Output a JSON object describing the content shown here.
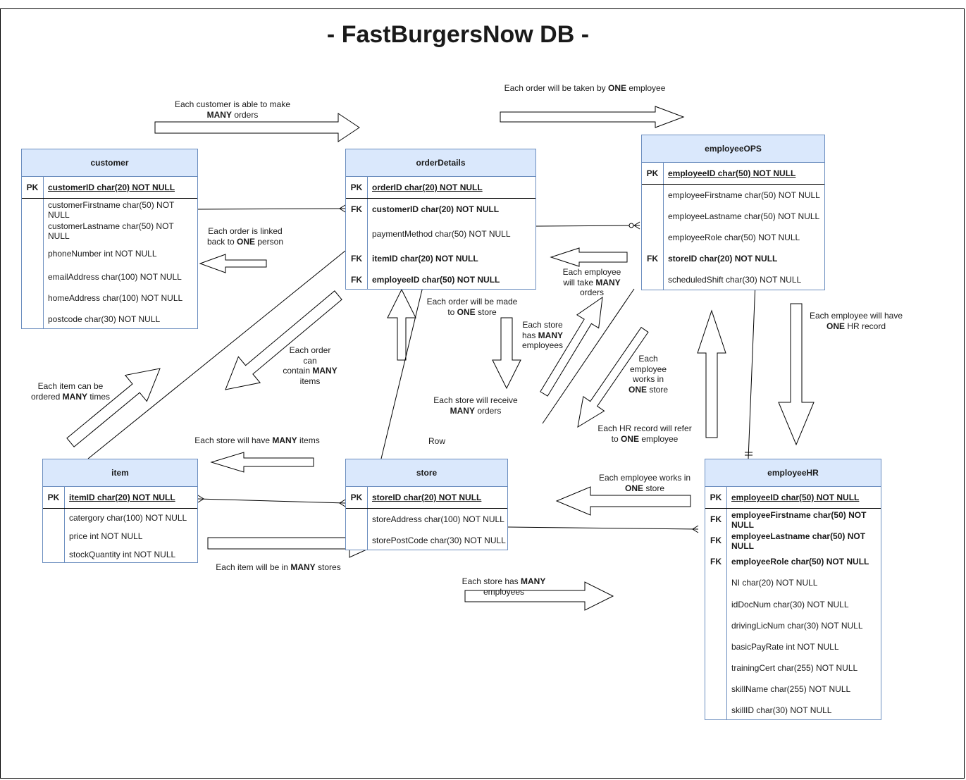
{
  "title": "- FastBurgersNow DB -",
  "tables": {
    "customer": {
      "name": "customer",
      "rows": [
        {
          "key": "PK",
          "field": "customerID char(20) NOT NULL"
        },
        {
          "key": "",
          "field": "customerFirstname char(50) NOT NULL"
        },
        {
          "key": "",
          "field": "customerLastname char(50) NOT NULL"
        },
        {
          "key": "",
          "field": "phoneNumber int NOT NULL"
        },
        {
          "key": "",
          "field": "emailAddress char(100) NOT NULL"
        },
        {
          "key": "",
          "field": "homeAddress char(100) NOT NULL"
        },
        {
          "key": "",
          "field": "postcode char(30) NOT NULL"
        }
      ]
    },
    "orderDetails": {
      "name": "orderDetails",
      "rows": [
        {
          "key": "PK",
          "field": "orderID char(20) NOT NULL"
        },
        {
          "key": "FK",
          "field": "customerID char(20) NOT NULL"
        },
        {
          "key": "",
          "field": "paymentMethod char(50) NOT NULL"
        },
        {
          "key": "FK",
          "field": "itemID char(20) NOT NULL"
        },
        {
          "key": "FK",
          "field": "employeeID char(50) NOT NULL"
        }
      ]
    },
    "employeeOPS": {
      "name": "employeeOPS",
      "rows": [
        {
          "key": "PK",
          "field": "employeeID char(50) NOT NULL"
        },
        {
          "key": "",
          "field": "employeeFirstname char(50) NOT NULL"
        },
        {
          "key": "",
          "field": "employeeLastname char(50) NOT NULL"
        },
        {
          "key": "",
          "field": "employeeRole char(50) NOT NULL"
        },
        {
          "key": "FK",
          "field": "storeID char(20) NOT NULL"
        },
        {
          "key": "",
          "field": "scheduledShift char(30) NOT NULL"
        }
      ]
    },
    "item": {
      "name": "item",
      "rows": [
        {
          "key": "PK",
          "field": "itemID char(20) NOT NULL"
        },
        {
          "key": "",
          "field": "catergory char(100) NOT NULL"
        },
        {
          "key": "",
          "field": "price int NOT NULL"
        },
        {
          "key": "",
          "field": "stockQuantity int NOT NULL"
        }
      ]
    },
    "store": {
      "name": "store",
      "rows": [
        {
          "key": "PK",
          "field": "storeID char(20) NOT NULL"
        },
        {
          "key": "",
          "field": "storeAddress char(100) NOT NULL"
        },
        {
          "key": "",
          "field": "storePostCode char(30) NOT NULL"
        }
      ]
    },
    "employeeHR": {
      "name": "employeeHR",
      "rows": [
        {
          "key": "PK",
          "field": "employeeID char(50) NOT NULL"
        },
        {
          "key": "FK",
          "field": "employeeFirstname char(50) NOT NULL"
        },
        {
          "key": "FK",
          "field": "employeeLastname char(50) NOT NULL"
        },
        {
          "key": "FK",
          "field": "employeeRole char(50) NOT NULL"
        },
        {
          "key": "",
          "field": "NI char(20) NOT NULL"
        },
        {
          "key": "",
          "field": "idDocNum char(30) NOT NULL"
        },
        {
          "key": "",
          "field": "drivingLicNum char(30) NOT NULL"
        },
        {
          "key": "",
          "field": "basicPayRate int NOT NULL"
        },
        {
          "key": "",
          "field": "trainingCert char(255) NOT NULL"
        },
        {
          "key": "",
          "field": "skillName char(255) NOT NULL"
        },
        {
          "key": "",
          "field": "skillID char(30) NOT NULL"
        }
      ]
    }
  },
  "notes": [
    {
      "id": "cust-many-orders",
      "html": "Each customer is able to make\n<b>MANY</b> orders"
    },
    {
      "id": "order-one-employee",
      "html": "Each order will be taken by <b>ONE</b> employee"
    },
    {
      "id": "order-one-person",
      "html": "Each order is linked\nback to <b>ONE</b> person"
    },
    {
      "id": "emp-many-orders",
      "html": "Each employee\nwill take <b>MANY</b>\norders"
    },
    {
      "id": "order-one-store",
      "html": "Each order will be made\nto <b>ONE</b> store"
    },
    {
      "id": "emp-one-hr",
      "html": "Each employee will have\n<b>ONE</b> HR record"
    },
    {
      "id": "store-many-emps",
      "html": "Each store\nhas <b>MANY</b>\nemployees"
    },
    {
      "id": "emp-one-store",
      "html": "Each\nemployee\nworks in\n<b>ONE</b> store"
    },
    {
      "id": "order-many-items",
      "html": "Each order\ncan\ncontain <b>MANY</b>\nitems"
    },
    {
      "id": "item-many-times",
      "html": "Each item can be\nordered <b>MANY</b> times"
    },
    {
      "id": "store-many-orders",
      "html": "Each store will receive\n<b>MANY</b> orders"
    },
    {
      "id": "hr-one-emp",
      "html": "Each HR record will refer\nto <b>ONE</b> employee"
    },
    {
      "id": "row-label",
      "html": "Row"
    },
    {
      "id": "store-many-items",
      "html": "Each store will have <b>MANY</b> items"
    },
    {
      "id": "emp-works-one-store",
      "html": "Each employee works in\n<b>ONE</b> store"
    },
    {
      "id": "item-many-stores",
      "html": "Each item will be in <b>MANY</b> stores"
    },
    {
      "id": "store-has-many-emps",
      "html": "Each store has <b>MANY</b> employees"
    }
  ],
  "colors": {
    "header_fill": "#dae8fc",
    "table_border": "#6c8ebf"
  }
}
